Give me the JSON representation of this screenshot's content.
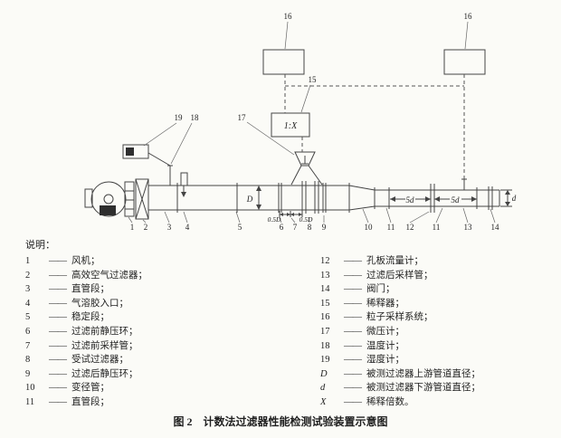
{
  "diagram": {
    "callouts": {
      "n16_left": "16",
      "n16_right": "16",
      "n15": "15",
      "n17": "17",
      "n19": "19",
      "n18": "18",
      "bottom": [
        "1",
        "2",
        "3",
        "4",
        "5",
        "6",
        "7",
        "8",
        "9",
        "10",
        "11",
        "12",
        "11",
        "13",
        "14"
      ]
    },
    "labels": {
      "diluter": "1:X",
      "dim_D": "D",
      "dim_half_D_left": "0.5D",
      "dim_half_D_right": "0.5D",
      "dim_5d_left": "5d",
      "dim_5d_right": "5d",
      "dim_d": "d"
    }
  },
  "legend": {
    "heading": "说明：",
    "separator": "——",
    "left": [
      {
        "num": "1",
        "text": "风机；"
      },
      {
        "num": "2",
        "text": "高效空气过滤器；"
      },
      {
        "num": "3",
        "text": "直管段；"
      },
      {
        "num": "4",
        "text": "气溶胶入口；"
      },
      {
        "num": "5",
        "text": "稳定段；"
      },
      {
        "num": "6",
        "text": "过滤前静压环；"
      },
      {
        "num": "7",
        "text": "过滤前采样管；"
      },
      {
        "num": "8",
        "text": "受试过滤器；"
      },
      {
        "num": "9",
        "text": "过滤后静压环；"
      },
      {
        "num": "10",
        "text": "变径管；"
      },
      {
        "num": "11",
        "text": "直管段；"
      }
    ],
    "right": [
      {
        "num": "12",
        "text": "孔板流量计；"
      },
      {
        "num": "13",
        "text": "过滤后采样管；"
      },
      {
        "num": "14",
        "text": "阀门；"
      },
      {
        "num": "15",
        "text": "稀释器；"
      },
      {
        "num": "16",
        "text": "粒子采样系统；"
      },
      {
        "num": "17",
        "text": "微压计；"
      },
      {
        "num": "18",
        "text": "温度计；"
      },
      {
        "num": "19",
        "text": "湿度计；"
      },
      {
        "num": "D",
        "text": "被测过滤器上游管道直径；"
      },
      {
        "num": "d",
        "text": "被测过滤器下游管道直径；"
      },
      {
        "num": "X",
        "text": "稀释倍数。"
      }
    ]
  },
  "caption": {
    "prefix": "图 2",
    "title": "计数法过滤器性能检测试验装置示意图"
  }
}
